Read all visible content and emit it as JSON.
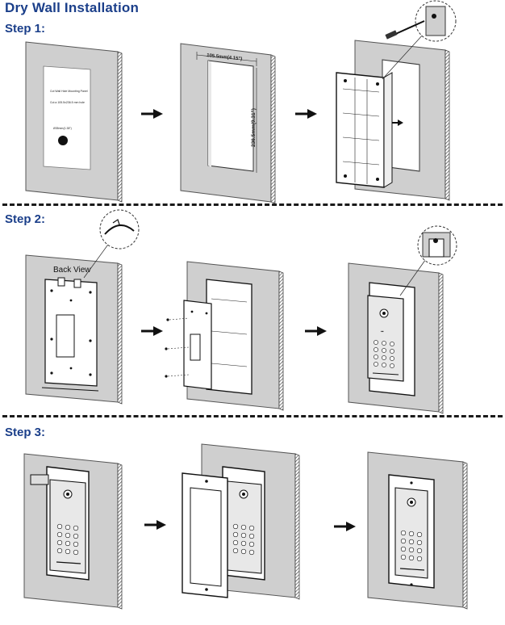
{
  "page": {
    "title": "Dry Wall Installation"
  },
  "steps": [
    {
      "label": "Step 1:"
    },
    {
      "label": "Step 2:"
    },
    {
      "label": "Step 3:"
    }
  ],
  "dimensions": {
    "width": "105.5mm(4.15\")",
    "height": "236.5mm(9.31\")"
  },
  "annotations": {
    "back_view": "Back View"
  },
  "template_text": {
    "line1": "Cut Wall Hole Mounting Panel",
    "line2": "Cut a 105.5x236.5 mm hole",
    "line3": "Ø35mm(1.38\")"
  },
  "icons": [
    "right-arrow-icon",
    "screwdriver-icon",
    "magnifier-circle-icon"
  ]
}
